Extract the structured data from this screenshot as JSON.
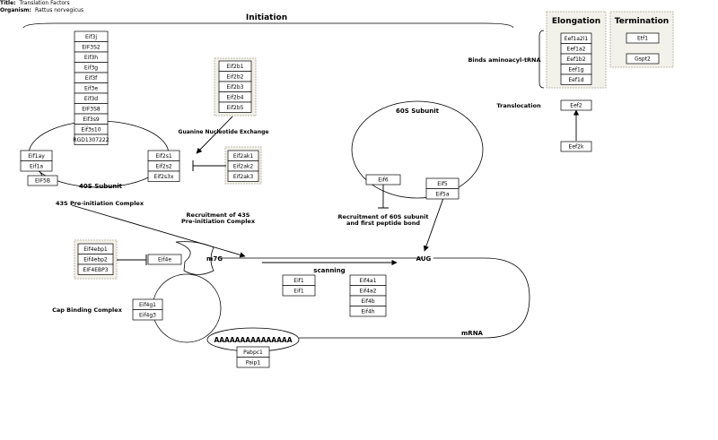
{
  "header": {
    "title_label": "Title:",
    "title_value": "Translation Factors",
    "organism_label": "Organism:",
    "organism_value": "Rattus norvegicus"
  },
  "sections": {
    "initiation": "Initiation",
    "elongation": "Elongation",
    "termination": "Termination"
  },
  "labels": {
    "subunit_40s": "40S Subunit",
    "subunit_60s": "60S Subunit",
    "preinit_complex": "43S Pre-initiation Complex",
    "guanine_exchange": "Guanine Nucleotide Exchange",
    "recruit_43s_1": "Recruitment of 43S",
    "recruit_43s_2": "Pre-initiation Complex",
    "recruit_60s_1": "Recruitment of 60S subunit",
    "recruit_60s_2": "and first peptide bond",
    "binds_trna": "Binds aminoacyl-tRNA",
    "translocation": "Translocation",
    "cap_binding": "Cap Binding Complex",
    "m7g": "m7G",
    "aug": "AUG",
    "scanning": "scanning",
    "mrna": "mRNA",
    "polya": "AAAAAAAAAAAAAAA"
  },
  "genes": {
    "eif3_stack": [
      "Eif3j",
      "EIF3S2",
      "Eif3h",
      "Eif3g",
      "Eif3f",
      "Eif3e",
      "Eif3d",
      "EIF3S8",
      "Eif3s9",
      "Eif3s10",
      "RGD1307222"
    ],
    "eif1_group": [
      "Eif1ay",
      "Eif1a"
    ],
    "eif5b": "EIF5B",
    "eif2_stack": [
      "Eif2s1",
      "Eif2s2",
      "Eif2s3x"
    ],
    "eif2b_stack": [
      "Eif2b1",
      "Eif2b2",
      "Eif2b3",
      "Eif2b4",
      "Eif2b5"
    ],
    "eif2ak_stack": [
      "Eif2ak1",
      "Eif2ak2",
      "Eif2ak3"
    ],
    "eif6": "Eif6",
    "eif5_stack": [
      "Eif5",
      "Eif5a"
    ],
    "eef1_stack": [
      "Eef1a2l1",
      "Eef1a2",
      "Eef1b2",
      "Eef1g",
      "Eef1d"
    ],
    "eef2": "Eef2",
    "eef2k": "Eef2k",
    "termination": [
      "Etf1",
      "Gspt2"
    ],
    "eif4ebp_stack": [
      "Eif4ebp1",
      "Eif4ebp2",
      "EIF4EBP3"
    ],
    "eif4e": "Eif4e",
    "eif4g_stack": [
      "Eif4g1",
      "Eif4g3"
    ],
    "eif1_scan": [
      "Eif1",
      "Eif1"
    ],
    "eif4a_stack": [
      "Eif4a1",
      "Eif4a2",
      "Eif4b",
      "Eif4h"
    ],
    "pabp_stack": [
      "Pabpc1",
      "Paip1"
    ]
  }
}
